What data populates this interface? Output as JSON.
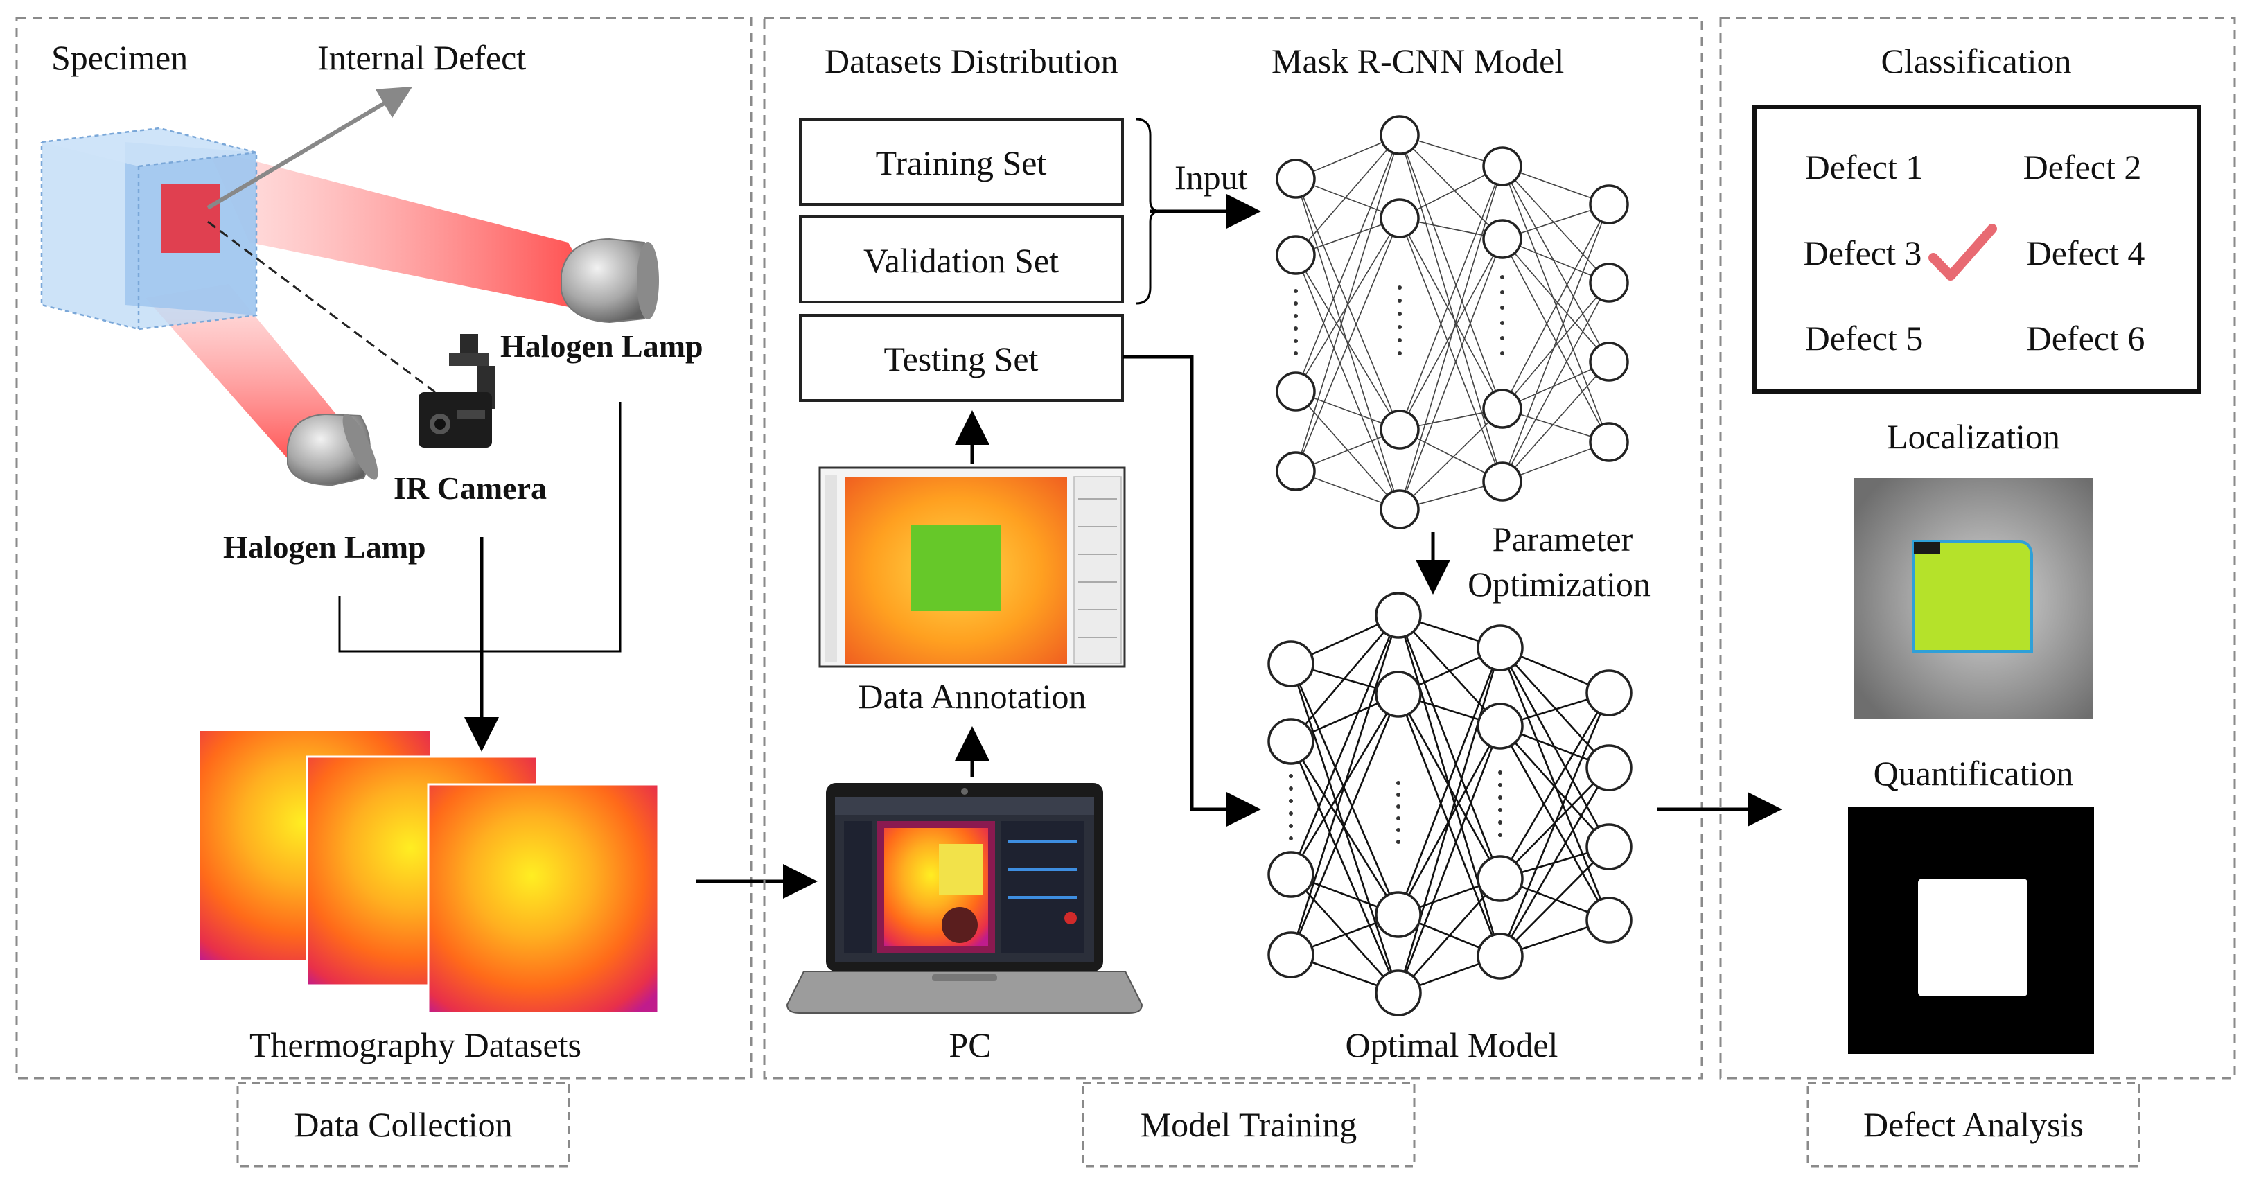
{
  "panels": {
    "collection": {
      "specimen": "Specimen",
      "internal_defect": "Internal Defect",
      "halogen_lamp_top": "Halogen Lamp",
      "halogen_lamp_bottom": "Halogen Lamp",
      "ir_camera": "IR Camera",
      "datasets": "Thermography Datasets",
      "tag": "Data Collection"
    },
    "training": {
      "distribution": "Datasets Distribution",
      "model": "Mask R-CNN Model",
      "training_set": "Training Set",
      "validation_set": "Validation Set",
      "testing_set": "Testing Set",
      "input": "Input",
      "param_line1": "Parameter",
      "param_line2": "Optimization",
      "annotation": "Data Annotation",
      "pc": "PC",
      "optimal": "Optimal Model",
      "tag": "Model Training"
    },
    "analysis": {
      "classification": "Classification",
      "defects": [
        "Defect 1",
        "Defect 2",
        "Defect 3",
        "Defect 4",
        "Defect 5",
        "Defect 6"
      ],
      "localization": "Localization",
      "quantification": "Quantification",
      "tag": "Defect Analysis"
    }
  },
  "colors": {
    "panel_border": "#8a8a8a",
    "check": "#e86a72",
    "thermal_hot": "#ffee22",
    "thermal_cold": "#d02090",
    "annotation_mask": "#66c829"
  },
  "icons": [
    "specimen-cube-icon",
    "halogen-lamp-icon",
    "ir-camera-icon",
    "laptop-icon",
    "checkmark-icon"
  ]
}
